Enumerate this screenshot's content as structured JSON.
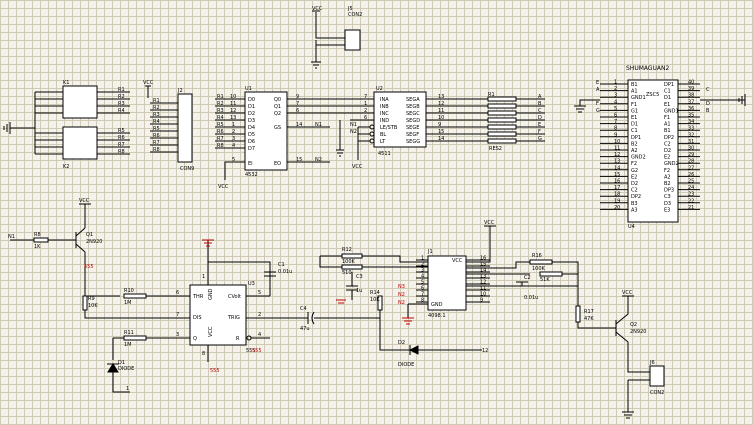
{
  "power": {
    "vcc": "VCC"
  },
  "connector_top": {
    "ref": "J5",
    "name": "CON2"
  },
  "cap_c3": {
    "ref": "C3",
    "value": "1u"
  },
  "resistors": {
    "top": [
      {
        "ref": "R1",
        "value": "R1"
      },
      {
        "ref": "R2",
        "value": "R2"
      },
      {
        "ref": "R3",
        "value": "R3"
      },
      {
        "ref": "R4",
        "value": "R4"
      }
    ],
    "bottom": [
      {
        "ref": "R5",
        "value": "R5"
      },
      {
        "ref": "R6",
        "value": "R6"
      },
      {
        "ref": "R7",
        "value": "R7"
      },
      {
        "ref": "R8",
        "value": "R8"
      }
    ]
  },
  "dip": {
    "k1": "K1",
    "k2": "K2"
  },
  "con9": {
    "ref": "J2",
    "name": "CON9",
    "pins": [
      "R1",
      "R2",
      "R3",
      "R4",
      "R5",
      "R6",
      "R7",
      "R8"
    ]
  },
  "ic4532": {
    "ref": "U1",
    "name": "4532",
    "inputs": [
      "R1",
      "R2",
      "R3",
      "R4",
      "R5",
      "R6",
      "R7",
      "R8"
    ],
    "pins_left": [
      "10",
      "11",
      "12",
      "13",
      "1",
      "2",
      "3",
      "4"
    ],
    "labels_left": [
      "D0",
      "D1",
      "D2",
      "D3",
      "D4",
      "D5",
      "D6",
      "D7"
    ],
    "outputs": [
      "Q0",
      "Q1",
      "Q2"
    ],
    "out_pins": [
      "9",
      "7",
      "6"
    ],
    "gs": "GS",
    "gs_pin": "14",
    "n1": "N1",
    "ei": "EI",
    "ei_pin": "5",
    "eo": "EO",
    "eo_pin": "15",
    "n2": "N2"
  },
  "ic4511": {
    "ref": "U2",
    "name": "4511",
    "inputs": [
      "INA",
      "INB",
      "INC",
      "IND"
    ],
    "in_pins": [
      "7",
      "1",
      "2",
      "6"
    ],
    "ctrl": [
      "LE/STB",
      "BL",
      "LT"
    ],
    "ctrl_pins": [
      "5",
      "4",
      "3"
    ],
    "outputs": [
      "SEGA",
      "SEGB",
      "SEGC",
      "SEGD",
      "SEGE",
      "SEGF",
      "SEGG"
    ],
    "out_pins": [
      "13",
      "12",
      "11",
      "10",
      "9",
      "15",
      "14"
    ],
    "n1": "N1",
    "n2": "N2"
  },
  "resnet": {
    "ref": "R1",
    "name": "RES2",
    "labels": [
      "A",
      "B",
      "C",
      "D",
      "E",
      "F",
      "G"
    ]
  },
  "display": {
    "title": "SHUMAGUAN2",
    "ref": "U4",
    "chip": "ZSC5",
    "left_nets": [
      "E",
      "A",
      "",
      "F",
      "G"
    ],
    "right_nets": [
      "",
      "C",
      "",
      "D",
      "B"
    ],
    "pins_left": [
      "1",
      "2",
      "3",
      "4",
      "5",
      "6",
      "7",
      "8",
      "9",
      "10",
      "11",
      "12",
      "13",
      "14",
      "15",
      "16",
      "17",
      "18",
      "19",
      "20"
    ],
    "pins_right": [
      "40",
      "39",
      "38",
      "37",
      "36",
      "35",
      "34",
      "33",
      "32",
      "31",
      "30",
      "29",
      "28",
      "27",
      "26",
      "25",
      "24",
      "23",
      "22",
      "21"
    ],
    "labels_left": [
      "B1",
      "A1",
      "GND1",
      "F1",
      "G1",
      "E1",
      "D1",
      "C1",
      "DP1",
      "B2",
      "A2",
      "GND2",
      "F2",
      "G2",
      "E2",
      "D2",
      "C2",
      "DP2",
      "B3",
      "A3"
    ],
    "labels_right": [
      "DP1",
      "C1",
      "D1",
      "E1",
      "GND1",
      "F1",
      "A1",
      "B1",
      "DP2",
      "C2",
      "D2",
      "E2",
      "GND2",
      "F2",
      "A2",
      "B2",
      "DP3",
      "C3",
      "D3",
      "E3"
    ]
  },
  "q1": {
    "ref": "Q1",
    "type": "2N920",
    "r": "R8",
    "rv": "1K",
    "in": "N1",
    "net": "555"
  },
  "r9": {
    "ref": "R9",
    "value": "10K"
  },
  "r10": {
    "ref": "R10",
    "value": "1M"
  },
  "r11": {
    "ref": "R11",
    "value": "1M"
  },
  "d1": {
    "ref": "D1",
    "name": "DIODE",
    "pin": "1"
  },
  "ne555": {
    "ref": "U3",
    "name": "555",
    "pins": {
      "thr": "THR",
      "dis": "DIS",
      "q": "Q",
      "trig": "TRIG",
      "r": "R",
      "cvolt": "CVolt",
      "gnd": "GND",
      "vcc": "VCC"
    },
    "nums": {
      "thr": "6",
      "dis": "7",
      "q": "3",
      "trig": "2",
      "r": "4",
      "cvolt": "5",
      "gnd": "1",
      "vcc": "8"
    },
    "net": "555"
  },
  "c1": {
    "ref": "C1",
    "value": "0.01u"
  },
  "c4": {
    "ref": "C4",
    "value": "47u"
  },
  "r12": {
    "ref": "R12",
    "value": "100K"
  },
  "r13": {
    "ref": "R13",
    "value": "510"
  },
  "r14": {
    "ref": "R14",
    "value": "10K"
  },
  "d2": {
    "ref": "D2",
    "name": "DIODE",
    "pin": "12"
  },
  "ic4098": {
    "ref": "J1",
    "name": "4098.1",
    "left_pins": [
      "1",
      "2",
      "3",
      "4",
      "5",
      "6",
      "7",
      "8"
    ],
    "right_pins": [
      "16",
      "15",
      "14",
      "13",
      "12",
      "11",
      "10",
      "9"
    ],
    "nets": [
      "N3",
      "N2",
      "N2",
      "N1"
    ],
    "vcc": "VCC",
    "gnd": "GND"
  },
  "r16": {
    "ref": "R16",
    "value": "100K"
  },
  "r15": {
    "ref": "R15",
    "value": "51K"
  },
  "c2": {
    "ref": "C2",
    "value": "0.01u"
  },
  "r17": {
    "ref": "R17",
    "value": "47K"
  },
  "q2": {
    "ref": "Q2",
    "type": "2N920"
  },
  "j6": {
    "ref": "J6",
    "name": "CON2"
  }
}
